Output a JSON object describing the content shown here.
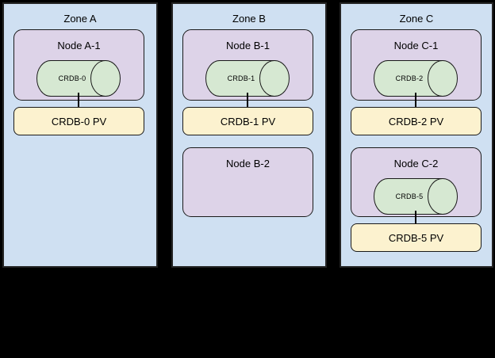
{
  "diagram": {
    "background": "#000000",
    "palette": {
      "background": "#000000",
      "zone_fill": "#cfe0f2",
      "zone_border": "#242424",
      "node_fill": "#ddd3e8",
      "node_border": "#1a1a1a",
      "disk_fill": "#d6e8d2",
      "disk_border": "#1a1a1a",
      "pv_fill": "#fcf2cf",
      "pv_border": "#1a1a1a",
      "text_color": "#000000"
    },
    "zones": [
      {
        "label": "Zone A",
        "nodes": [
          {
            "label": "Node A-1",
            "disk": "CRDB-0",
            "pv": "CRDB-0 PV"
          }
        ]
      },
      {
        "label": "Zone B",
        "nodes": [
          {
            "label": "Node B-1",
            "disk": "CRDB-1",
            "pv": "CRDB-1 PV"
          },
          {
            "label": "Node B-2"
          }
        ]
      },
      {
        "label": "Zone C",
        "nodes": [
          {
            "label": "Node C-1",
            "disk": "CRDB-2",
            "pv": "CRDB-2 PV"
          },
          {
            "label": "Node C-2",
            "disk": "CRDB-5",
            "pv": "CRDB-5 PV"
          }
        ]
      }
    ]
  }
}
